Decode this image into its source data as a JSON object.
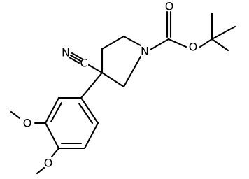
{
  "atoms": {
    "nitrile_c": "C",
    "nitrile_n": "N",
    "ring_n": "N",
    "carbonyl_o": "O",
    "ester_o": "O",
    "methoxy3_o": "O",
    "methoxy4_o": "O"
  }
}
